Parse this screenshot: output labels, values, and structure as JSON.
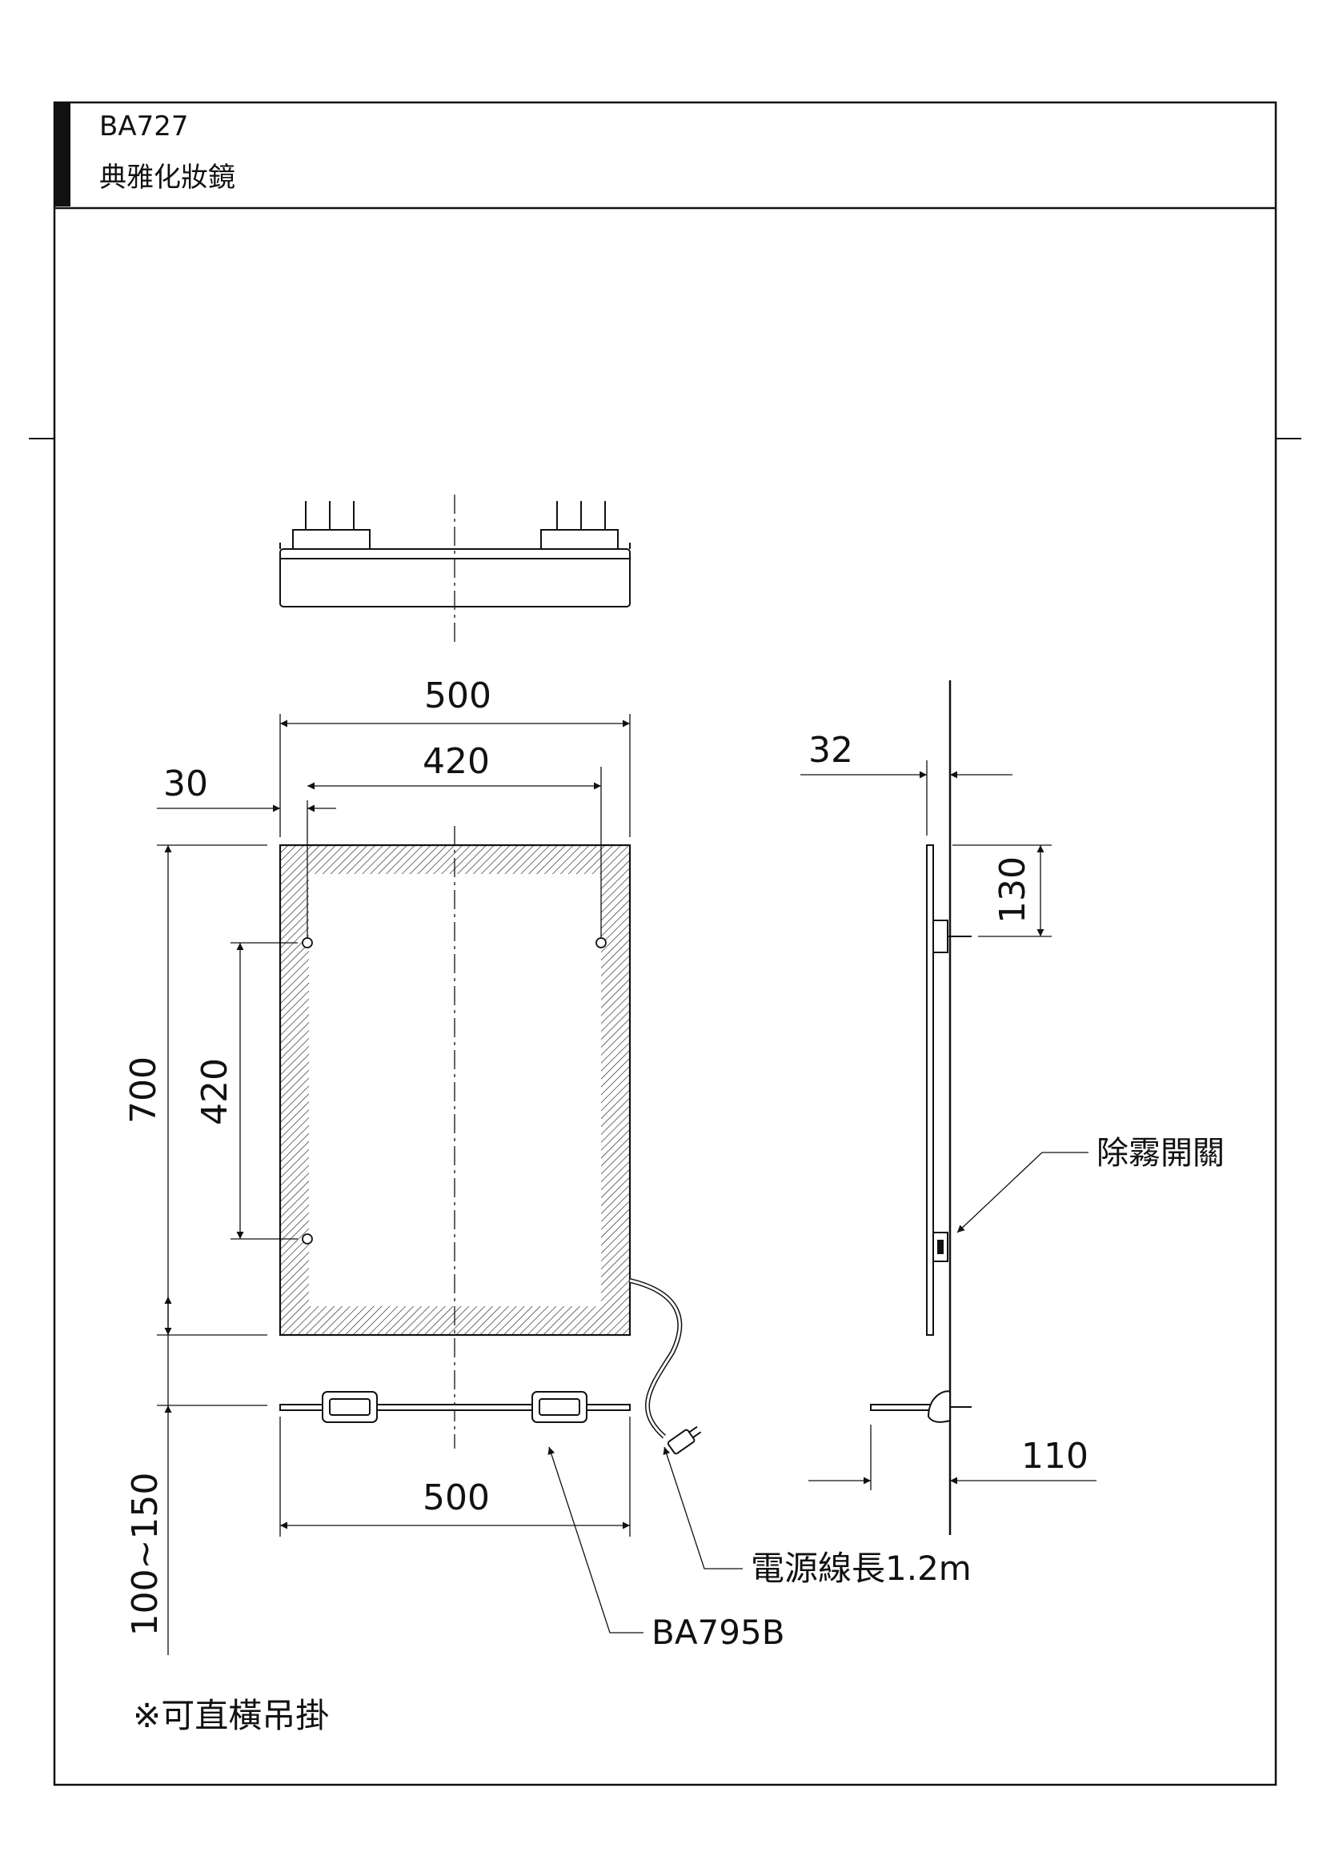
{
  "header": {
    "model": "BA727",
    "product_name": "典雅化妝鏡"
  },
  "dimensions": {
    "mirror_width_top": "500",
    "hole_spacing_horizontal": "420",
    "edge_offset": "30",
    "mirror_height": "700",
    "hole_spacing_vertical": "420",
    "shelf_width": "500",
    "shelf_gap": "100~150",
    "depth": "32",
    "switch_offset": "130",
    "shelf_depth": "110"
  },
  "labels": {
    "defog_switch": "除霧開關",
    "power_cord": "電源線長1.2m",
    "shelf_model": "BA795B",
    "note": "※可直橫吊掛"
  }
}
